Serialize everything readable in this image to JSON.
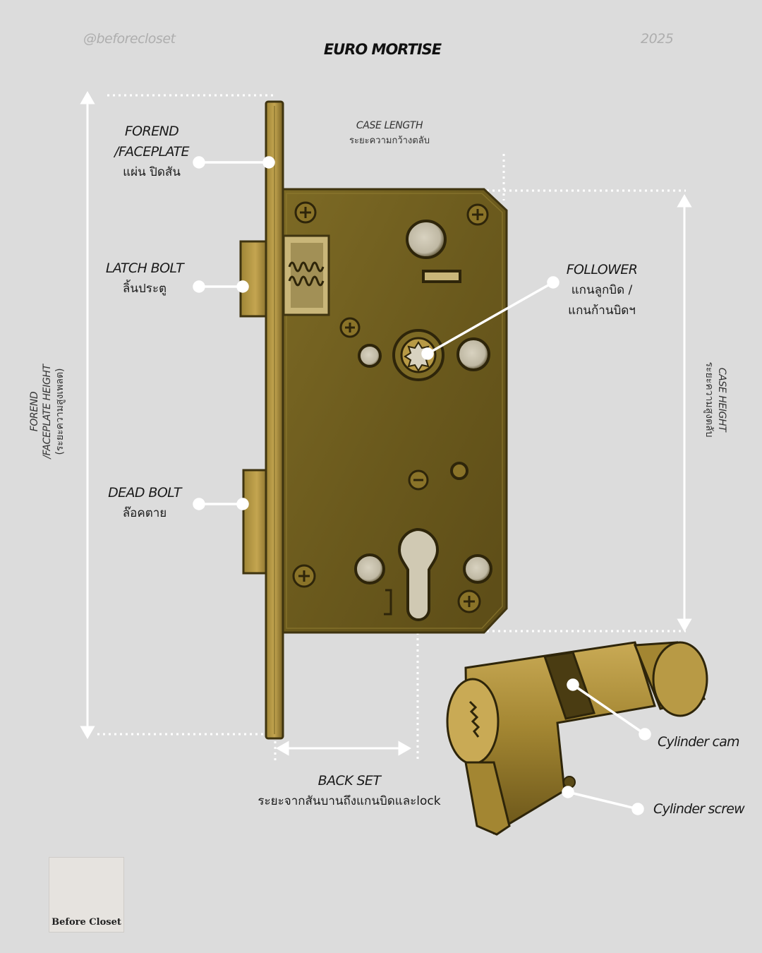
{
  "header": {
    "handle": "@beforecloset",
    "title": "EURO MORTISE",
    "year": "2025"
  },
  "labels": {
    "forend": {
      "en_line1": "FOREND",
      "en_line2": "/FACEPLATE",
      "th": "แผ่น ปิดสัน"
    },
    "latch_bolt": {
      "en": "LATCH BOLT",
      "th": "ลิ้นประตู"
    },
    "dead_bolt": {
      "en": "DEAD BOLT",
      "th": "ล๊อคตาย"
    },
    "follower": {
      "en": "FOLLOWER",
      "th_line1": "แกนลูกบิด /",
      "th_line2": "แกนก้านบิดฯ"
    },
    "case_length": {
      "en": "CASE LENGTH",
      "th": "ระยะความกว้างตลับ"
    },
    "case_height": {
      "en": "CASE HEIGHT",
      "th": "ระยะความสูงตลับ"
    },
    "faceplate_height": {
      "line1": "FOREND",
      "line2": "/FACEPLATE HEIGHT",
      "line3": "(ระยะความสูงเพลต)"
    },
    "back_set": {
      "en": "BACK SET",
      "th": "ระยะจากสันบานถึงแกนบิดและlock"
    },
    "cylinder_cam": "Cylinder cam",
    "cylinder_screw": "Cylinder screw"
  },
  "logo": {
    "text": "Before Closet"
  },
  "colors": {
    "background": "#dcdcdc",
    "brass_dark": "#5a4a17",
    "brass_mid": "#8a7328",
    "brass_light": "#b89a45",
    "annotation": "#ffffff"
  }
}
